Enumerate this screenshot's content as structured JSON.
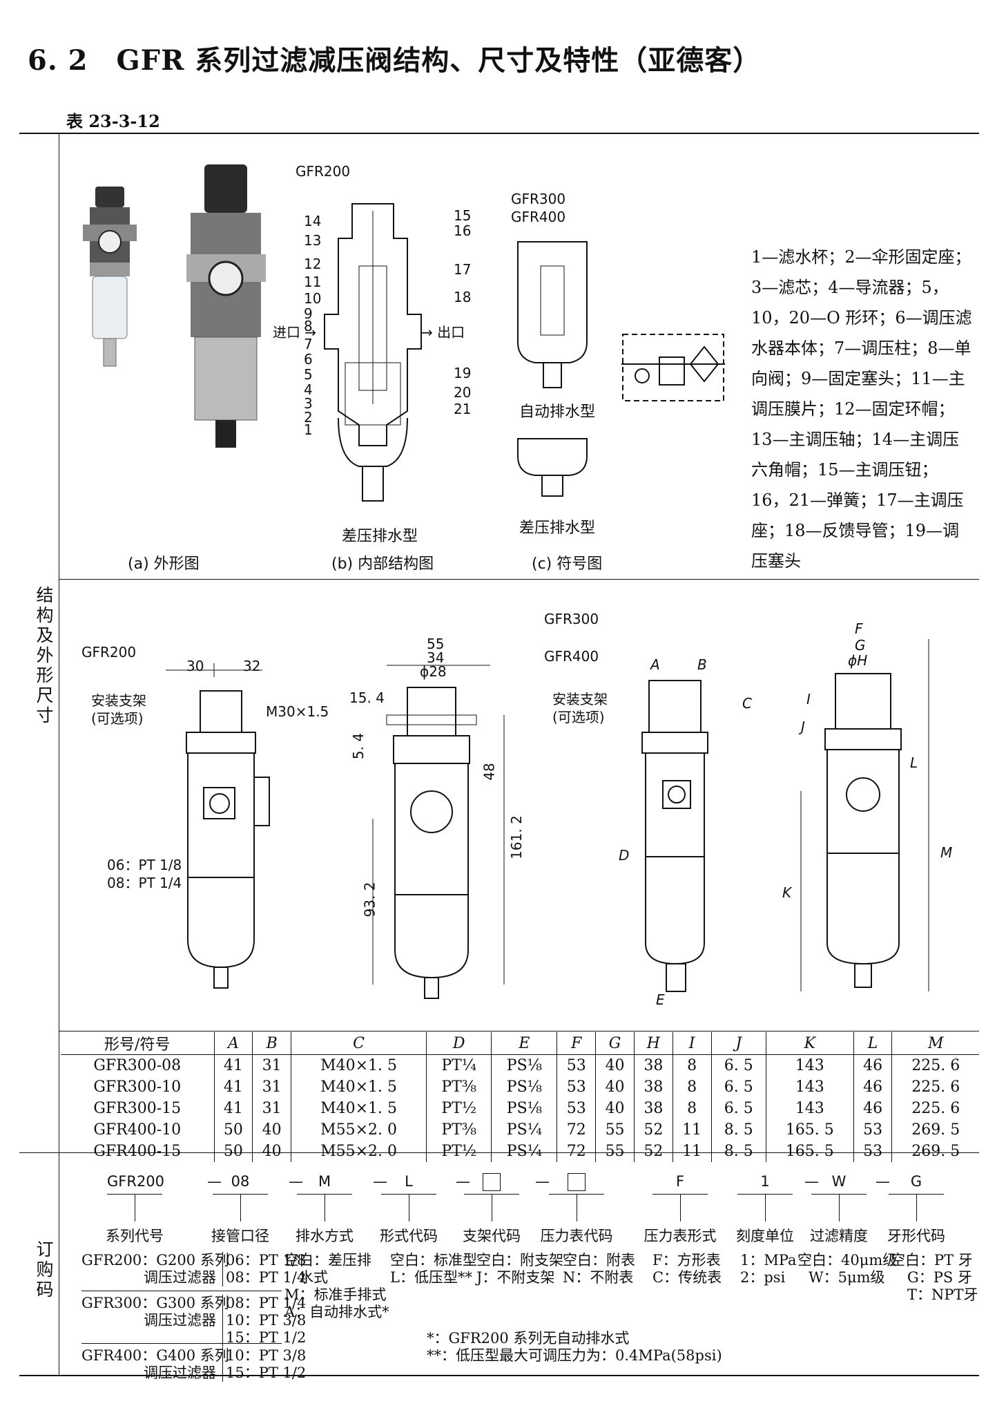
{
  "title": "6. 2　GFR 系列过滤减压阀结构、尺寸及特性（亚德客）",
  "table_no": "表 23-3-12",
  "side_labels": {
    "structure": "结构及外形尺寸",
    "order": "订购码"
  },
  "figure": {
    "cap_a": "(a) 外形图",
    "cap_b": "(b) 内部结构图",
    "cap_c": "(c) 符号图",
    "gfr200": "GFR200",
    "gfr300": "GFR300",
    "gfr400": "GFR400",
    "inlet": "进口",
    "outlet": "出口",
    "auto_drain": "自动排水型",
    "diff_drain_b": "差压排水型",
    "diff_drain_c": "差压排水型",
    "callouts_left": [
      "14",
      "13",
      "12",
      "11",
      "10",
      "9",
      "8",
      "7",
      "6",
      "5",
      "4",
      "3",
      "2",
      "1"
    ],
    "callouts_right": [
      "15",
      "16",
      "17",
      "18",
      "19",
      "20",
      "21"
    ]
  },
  "legend": "1—滤水杯；2—伞形固定座；3—滤芯；4—导流器；5，10，20—O 形环；6—调压滤水器本体；7—调压柱；8—单向阀；9—固定塞头；11—主调压膜片；12—固定环帽；13—主调压轴；14—主调压六角帽；15—主调压钮；16，21—弹簧；17—主调压座；18—反馈导管；19—调压塞头",
  "drawings": {
    "gfr200": "GFR200",
    "gfr300": "GFR300",
    "gfr400": "GFR400",
    "bracket_left": "安装支架",
    "bracket_left2": "(可选项)",
    "bracket_right": "安装支架",
    "bracket_right2": "(可选项)",
    "thread": "M30×1.5",
    "port1": "06：PT 1/8",
    "port2": "08：PT 1/4",
    "d30": "30",
    "d32": "32",
    "d55": "55",
    "d34": "34",
    "d28": "ϕ28",
    "d15_4": "15. 4",
    "d5_4": "5. 4",
    "d48": "48",
    "d161_2": "161. 2",
    "d93_2": "93. 2",
    "lA": "A",
    "lB": "B",
    "lC": "C",
    "lD": "D",
    "lE": "E",
    "lF": "F",
    "lG": "G",
    "lH": "ϕH",
    "lI": "I",
    "lJ": "J",
    "lK": "K",
    "lL": "L",
    "lM": "M"
  },
  "dim_table": {
    "headers": [
      "形号/符号",
      "A",
      "B",
      "C",
      "D",
      "E",
      "F",
      "G",
      "H",
      "I",
      "J",
      "K",
      "L",
      "M"
    ],
    "rows": [
      [
        "GFR300-08",
        "41",
        "31",
        "M40×1. 5",
        "PT¼",
        "PS⅛",
        "53",
        "40",
        "38",
        "8",
        "6. 5",
        "143",
        "46",
        "225. 6"
      ],
      [
        "GFR300-10",
        "41",
        "31",
        "M40×1. 5",
        "PT⅜",
        "PS⅛",
        "53",
        "40",
        "38",
        "8",
        "6. 5",
        "143",
        "46",
        "225. 6"
      ],
      [
        "GFR300-15",
        "41",
        "31",
        "M40×1. 5",
        "PT½",
        "PS⅛",
        "53",
        "40",
        "38",
        "8",
        "6. 5",
        "143",
        "46",
        "225. 6"
      ],
      [
        "GFR400-10",
        "50",
        "40",
        "M55×2. 0",
        "PT⅜",
        "PS¼",
        "72",
        "55",
        "52",
        "11",
        "8. 5",
        "165. 5",
        "53",
        "269. 5"
      ],
      [
        "GFR400-15",
        "50",
        "40",
        "M55×2. 0",
        "PT½",
        "PS¼",
        "72",
        "55",
        "52",
        "11",
        "8. 5",
        "165. 5",
        "53",
        "269. 5"
      ]
    ]
  },
  "order": {
    "codes": [
      "GFR200",
      "08",
      "M",
      "L",
      "",
      "",
      "F",
      "1",
      "W",
      "G"
    ],
    "dashes": [
      "—",
      "—",
      "—",
      "—",
      "—",
      "—",
      "—"
    ],
    "labels": [
      "系列代号",
      "接管口径",
      "排水方式",
      "形式代码",
      "支架代码",
      "压力表代码",
      "压力表形式",
      "刻度单位",
      "过滤精度",
      "牙形代码"
    ],
    "series": [
      {
        "l1": "GFR200：G200 系列",
        "l2": "调压过滤器",
        "p": [
          "06：PT 1/8",
          "08：PT 1/4"
        ]
      },
      {
        "l1": "GFR300：G300 系列",
        "l2": "调压过滤器",
        "p": [
          "08：PT 1/4",
          "10：PT 3/8",
          "15：PT 1/2"
        ]
      },
      {
        "l1": "GFR400：G400 系列",
        "l2": "调压过滤器",
        "p": [
          "10：PT 3/8",
          "15：PT 1/2"
        ]
      }
    ],
    "drain": [
      "空白：差压排",
      "　水式",
      "M：标准手排式",
      "A：自动排水式*"
    ],
    "form": [
      "空白：标准型",
      "L：低压型**"
    ],
    "bracket": [
      "空白：附支架",
      "J：不附支架"
    ],
    "gauge": [
      "空白：附表",
      "N：不附表"
    ],
    "gauge_form": [
      "F：方形表",
      "C：传统表"
    ],
    "unit": [
      "1：MPa",
      "2：psi"
    ],
    "filter": [
      "空白：40μm级",
      "W：5μm级"
    ],
    "thread": [
      "空白：PT 牙",
      "G：PS 牙",
      "T：NPT牙"
    ],
    "notes": [
      "*：GFR200 系列无自动排水式",
      "**：低压型最大可调压力为：0.4MPa(58psi)"
    ]
  }
}
